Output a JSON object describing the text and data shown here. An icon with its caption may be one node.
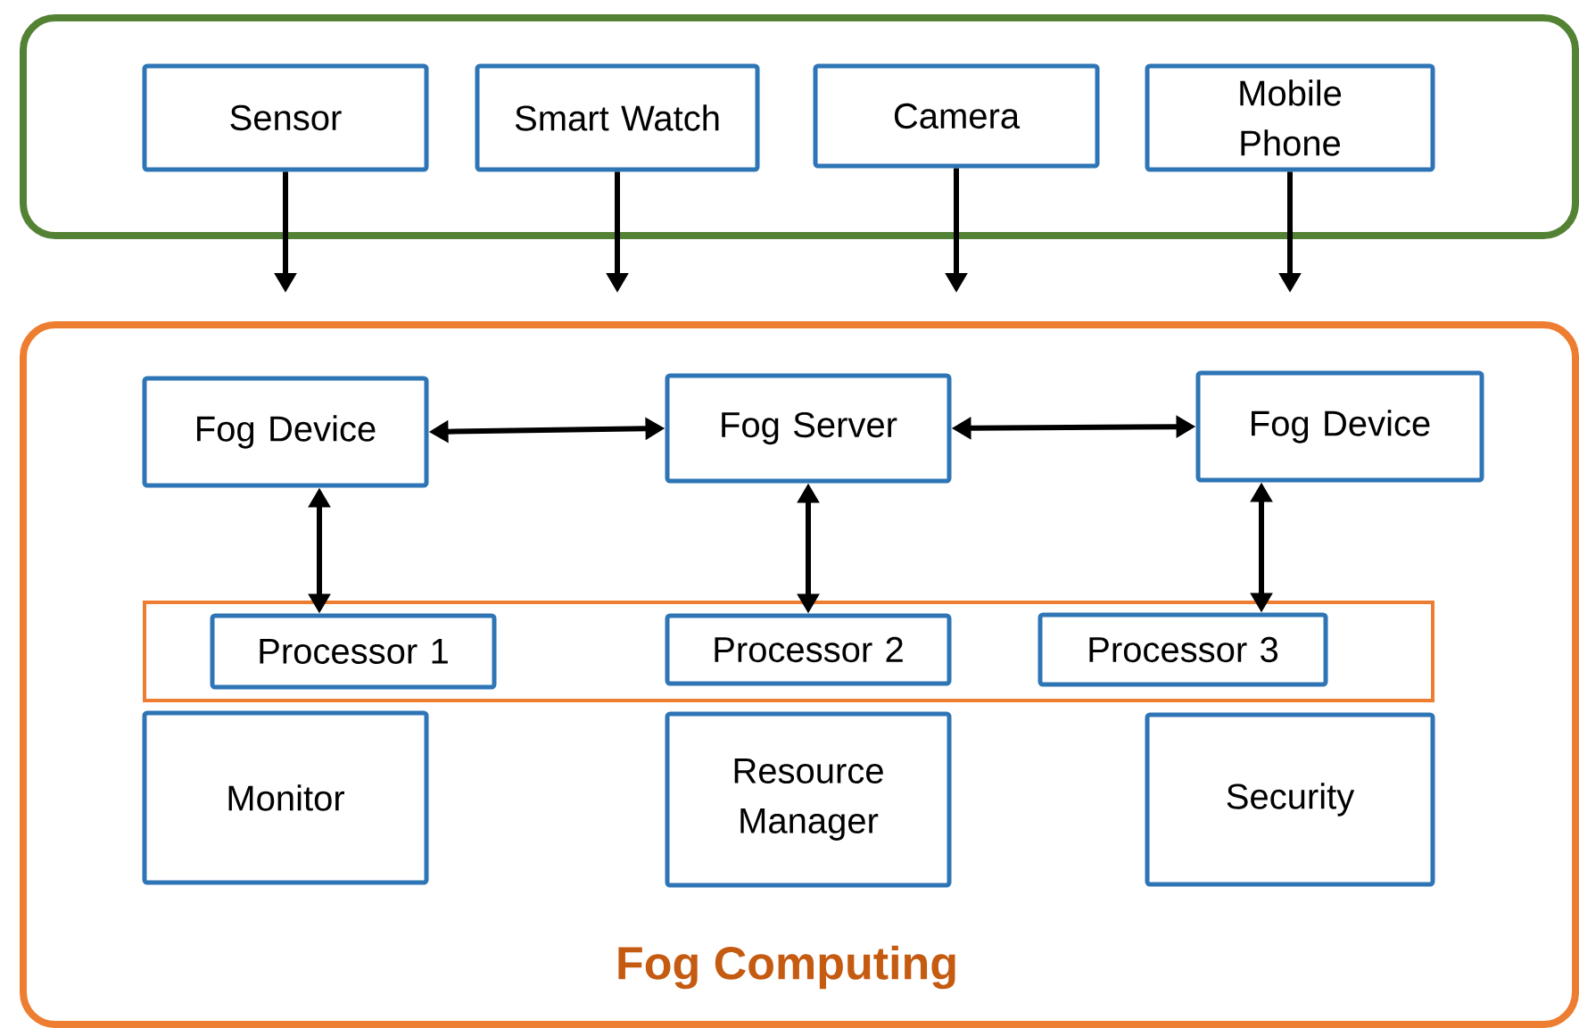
{
  "diagram": {
    "nodes": [
      {
        "text": [],
        "shape": "box"
      },
      {
        "text": [
          "Sensor"
        ],
        "in": 0
      },
      {
        "text": [
          "Smart Watch"
        ],
        "in": 0
      },
      {
        "text": [
          "Camera"
        ],
        "in": 0
      },
      {
        "text": [
          "Mobile Phone"
        ],
        "in": 0
      },
      {
        "text": [
          "Fog Computing"
        ]
      },
      {
        "text": [
          "Fog Device"
        ],
        "in": 5
      },
      {
        "text": [
          "Fog Server"
        ],
        "in": 5
      },
      {
        "text": [
          "Fog Device"
        ],
        "in": 5
      },
      {
        "text": [],
        "shape": "box",
        "in": 5
      },
      {
        "text": [
          "Processor 1"
        ],
        "in": 9
      },
      {
        "text": [
          "Processor 2"
        ],
        "in": 9
      },
      {
        "text": [
          "Processor 3"
        ],
        "in": 9
      },
      {
        "text": [
          "Monitor"
        ],
        "in": 5
      },
      {
        "text": [
          "Resource Manager"
        ],
        "in": 5
      },
      {
        "text": [
          "Security"
        ],
        "in": 5
      }
    ],
    "edges": [
      {
        "from": 1,
        "to": 5,
        "arrow": "to"
      },
      {
        "from": 2,
        "to": 5,
        "arrow": "to"
      },
      {
        "from": 3,
        "to": 5,
        "arrow": "to"
      },
      {
        "from": 4,
        "to": 5,
        "arrow": "to"
      },
      {
        "from": 6,
        "to": 7,
        "arrow": "both"
      },
      {
        "from": 7,
        "to": 8,
        "arrow": "both"
      },
      {
        "from": 6,
        "to": 10,
        "arrow": "both"
      },
      {
        "from": 7,
        "to": 11,
        "arrow": "both"
      },
      {
        "from": 8,
        "to": 12,
        "arrow": "both"
      }
    ]
  }
}
